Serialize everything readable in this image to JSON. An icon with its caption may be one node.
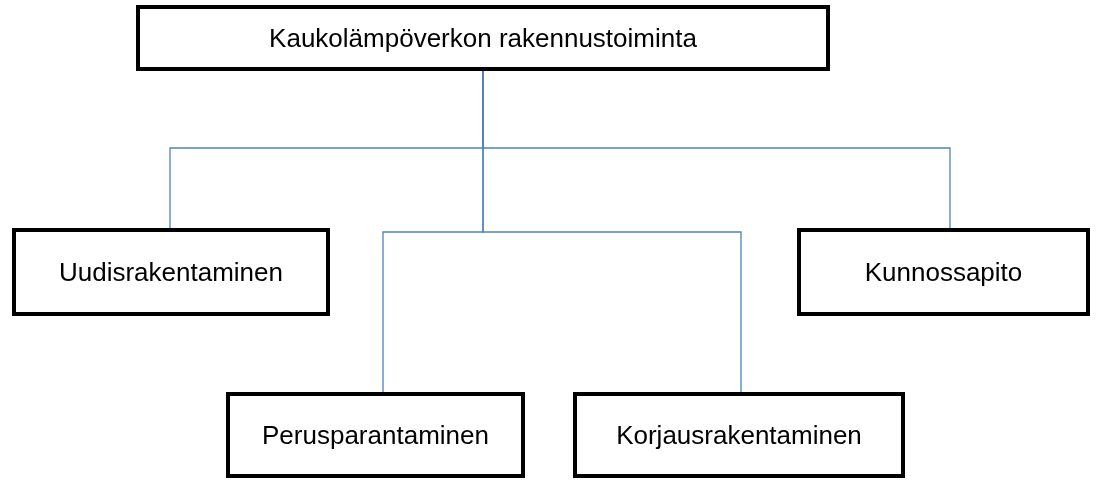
{
  "diagram": {
    "nodes": [
      {
        "text": [
          "Kaukolämpöverkon rakennustoiminta"
        ]
      },
      {
        "text": [
          "Uudisrakentaminen"
        ]
      },
      {
        "text": [
          "Kunnossapito"
        ]
      },
      {
        "text": [
          "Perusparantaminen"
        ]
      },
      {
        "text": [
          "Korjausrakentaminen"
        ]
      }
    ],
    "edges": [
      {
        "from": 0,
        "to": 1,
        "arrow": "none"
      },
      {
        "from": 0,
        "to": 2,
        "arrow": "none"
      },
      {
        "from": 0,
        "to": 3,
        "arrow": "none"
      },
      {
        "from": 0,
        "to": 4,
        "arrow": "none"
      }
    ]
  }
}
